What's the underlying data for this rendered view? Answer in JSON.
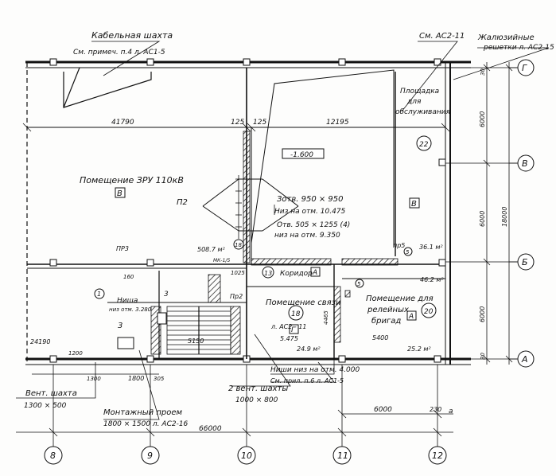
{
  "labels": {
    "cable_shaft": "Кабельная шахта",
    "cable_shaft_ref": "См. примеч. п.4 л. АС1-5",
    "ref_ac2_11_top": "См. АС2-11",
    "louver": "Жалюзийные",
    "louver_ref": "решетки л. АС2-15",
    "service_platform_1": "Площадка",
    "service_platform_2": "для",
    "service_platform_3": "обслуживания",
    "dim_41790": "41790",
    "dim_125a": "125",
    "dim_125b": "125",
    "dim_12195": "12195",
    "level_1600": "-1.600",
    "room_zru": "Помещение ЗРУ 110кВ",
    "cat_b1": "В",
    "cat_b2": "В",
    "p2": "П2",
    "opening_1": "Зотв. 950 × 950",
    "opening_1_level": "Низ на отм. 10.475",
    "opening_2": "Отв. 505 × 1255 (4)",
    "opening_2_level": "низ на отм. 9.350",
    "corridor": "Коридор",
    "cat_a1": "А",
    "room_comm": "Помещение связи",
    "room_comm_cat": "Г",
    "room_comm_ref": "л. АС2 - 11",
    "room_brig_1": "Помещение для",
    "room_brig_2": "релейных",
    "room_brig_3": "бригад",
    "room_brig_cat": "А",
    "niche": "Ниша",
    "niche_level": "низ отм. 3.280",
    "vent_shaft": "Вент. шахта",
    "vent_size": "1300 × 500",
    "mount_opening": "Монтажный проем",
    "mount_size": "1800 × 1500 л. АС2-16",
    "two_vent": "2 вент. шахты",
    "two_vent_size": "1000 × 800",
    "niche2": "Ниши низ на отм. 4.000",
    "niche2_ref": "См. прил. п.6 л. АС1-5",
    "pr3": "ПР3",
    "pr5": "пр5",
    "pr2": "Пр2",
    "area_508": "508.7 м²",
    "area_361": "36.1 м²",
    "area_462": "46.2 м²",
    "area_249": "24.9 м²",
    "area_252": "25.2 м²",
    "mk": "МК-1/5",
    "dim_5475": "5.475",
    "dim_5400": "5400",
    "dim_6000": "6000",
    "dim_24190": "24190",
    "dim_66000": "66000",
    "dim_5150": "5150",
    "dim_1200": "1200",
    "dim_1300": "1300",
    "dim_1800": "1800",
    "dim_305": "305",
    "dim_230": "230",
    "dim_125c": "1025",
    "dim_160": "160",
    "dim_4465": "4465",
    "dim_6000v1": "6000",
    "dim_6000v2": "6000",
    "dim_6000v3": "6000",
    "dim_18000": "18000",
    "dim_300a": "30",
    "dim_300b": "30",
    "room_no_22": "22",
    "room_no_20": "20",
    "room_no_18": "18",
    "room_no_13": "13",
    "room_no_5a": "5",
    "room_no_5b": "5",
    "room_no_1": "1",
    "room_no_3": "3",
    "room_no_3b": "3",
    "room_no_18b": "18",
    "axis_g": "Г",
    "axis_v": "В",
    "axis_b": "Б",
    "axis_a": "А",
    "axis_8": "8",
    "axis_9": "9",
    "axis_10": "10",
    "axis_11": "11",
    "axis_12": "12",
    "a_mark": "а"
  }
}
